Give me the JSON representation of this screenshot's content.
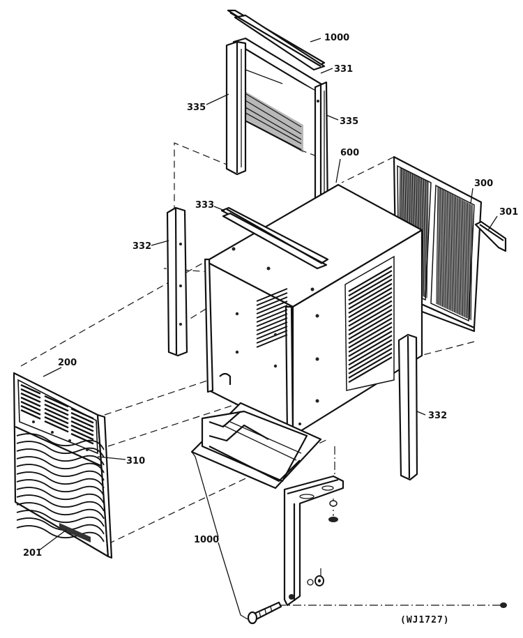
{
  "diagram": {
    "drawing_code": "(WJ1727)",
    "part_labels": [
      {
        "id": "1000_top",
        "text": "1000"
      },
      {
        "id": "331",
        "text": "331"
      },
      {
        "id": "335_left",
        "text": "335"
      },
      {
        "id": "335_right",
        "text": "335"
      },
      {
        "id": "600",
        "text": "600"
      },
      {
        "id": "300",
        "text": "300"
      },
      {
        "id": "301",
        "text": "301"
      },
      {
        "id": "333",
        "text": "333"
      },
      {
        "id": "332_left",
        "text": "332"
      },
      {
        "id": "332_right",
        "text": "332"
      },
      {
        "id": "200",
        "text": "200"
      },
      {
        "id": "310",
        "text": "310"
      },
      {
        "id": "201",
        "text": "201"
      },
      {
        "id": "1000_bottom",
        "text": "1000"
      }
    ],
    "components": [
      "top-angle-rail",
      "top-cover-panel",
      "side-curtain-frame-left",
      "side-curtain-frame-right",
      "cabinet-wrapper",
      "rear-grille",
      "rear-bracket",
      "cabinet-top-channel",
      "corner-post-left",
      "corner-post-right",
      "front-grille",
      "front-escutcheon",
      "nameplate",
      "base-drip-tray",
      "mounting-bracket",
      "mounting-screw"
    ]
  }
}
